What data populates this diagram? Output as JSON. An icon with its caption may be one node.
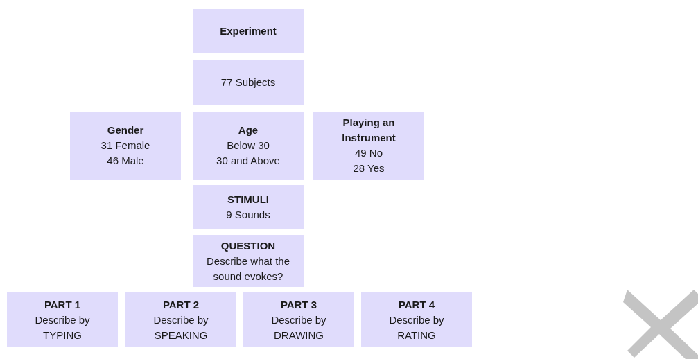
{
  "diagram": {
    "nodes": [
      {
        "text": [
          "Experiment"
        ]
      },
      {
        "text": [
          "77 Subjects"
        ]
      },
      {
        "text": [
          "Gender",
          "31 Female",
          "46 Male"
        ]
      },
      {
        "text": [
          "Age",
          "Below 30",
          "30 and Above"
        ]
      },
      {
        "text": [
          "Playing an Instrument",
          "49 No",
          "28 Yes"
        ]
      },
      {
        "text": [
          "STIMULI",
          "9 Sounds"
        ]
      },
      {
        "text": [
          "QUESTION",
          "Describe what the sound evokes?"
        ]
      },
      {
        "text": [
          "PART 1",
          "Describe by",
          "TYPING"
        ]
      },
      {
        "text": [
          "PART 2",
          "Describe by",
          "SPEAKING"
        ]
      },
      {
        "text": [
          "PART 3",
          "Describe by",
          "DRAWING"
        ]
      },
      {
        "text": [
          "PART 4",
          "Describe by",
          "RATING"
        ]
      }
    ]
  }
}
